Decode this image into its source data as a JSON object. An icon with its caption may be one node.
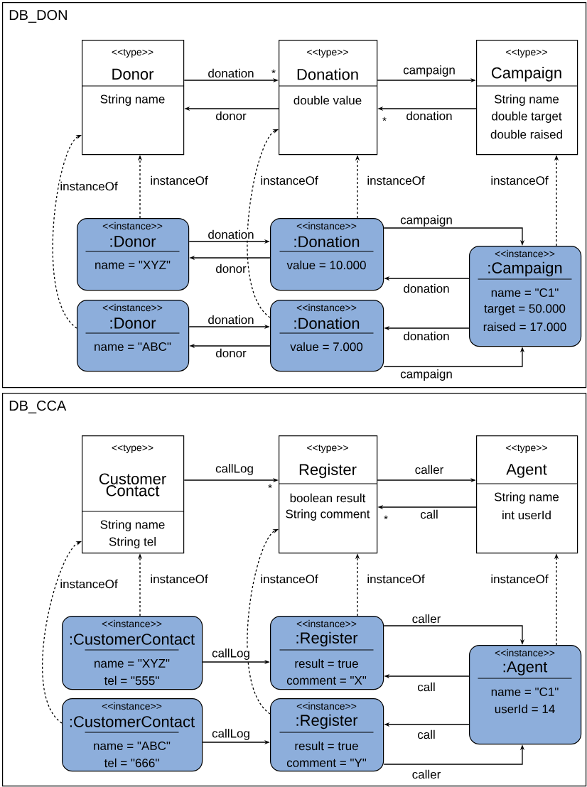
{
  "diagram": {
    "nodes": [
      {
        "text": [
          "DB_DON"
        ]
      },
      {
        "text": [
          "<<type>>",
          "Donor",
          "String name"
        ],
        "in": 0
      },
      {
        "text": [
          "<<type>>",
          "Donation",
          "double value"
        ],
        "in": 0
      },
      {
        "text": [
          "<<type>>",
          "Campaign",
          "String name",
          "double target",
          "double raised"
        ],
        "in": 0
      },
      {
        "text": [
          "<<instance>>",
          ":Donor",
          "name = \"XYZ\""
        ],
        "in": 0
      },
      {
        "text": [
          "<<instance>>",
          ":Donation",
          "value = 10.000"
        ],
        "in": 0
      },
      {
        "text": [
          "<<instance>>",
          ":Campaign",
          "name = \"C1\"",
          "target = 50.000",
          "raised = 17.000"
        ],
        "in": 0
      },
      {
        "text": [
          "<<instance>>",
          ":Donor",
          "name = \"ABC\""
        ],
        "in": 0
      },
      {
        "text": [
          "<<instance>>",
          ":Donation",
          "value = 7.000"
        ],
        "in": 0
      },
      {
        "text": [
          "DB_CCA"
        ]
      },
      {
        "text": [
          "<<type>>",
          "Customer Contact",
          "String name",
          "String tel"
        ],
        "in": 9
      },
      {
        "text": [
          "<<type>>",
          "Register",
          "boolean result",
          "String comment"
        ],
        "in": 9
      },
      {
        "text": [
          "<<type>>",
          "Agent",
          "String name",
          "int userId"
        ],
        "in": 9
      },
      {
        "text": [
          "<<instance>>",
          ":CustomerContact",
          "name = \"XYZ\"",
          "tel = \"555\""
        ],
        "in": 9
      },
      {
        "text": [
          "<<instance>>",
          ":Register",
          "result = true",
          "comment = \"X\""
        ],
        "in": 9
      },
      {
        "text": [
          "<<instance>>",
          ":Agent",
          "name = \"C1\"",
          "userId = 14"
        ],
        "in": 9
      },
      {
        "text": [
          "<<instance>>",
          ":CustomerContact",
          "name = \"ABC\"",
          "tel = \"666\""
        ],
        "in": 9
      },
      {
        "text": [
          "<<instance>>",
          ":Register",
          "result = true",
          "comment = \"Y\""
        ],
        "in": 9
      }
    ],
    "edges": [
      {
        "from": 1,
        "to": 2,
        "arrow": "to",
        "label": "donation"
      },
      {
        "from": 2,
        "to": 1,
        "arrow": "to",
        "label": "donor"
      },
      {
        "from": 2,
        "to": 3,
        "arrow": "to",
        "label": "campaign"
      },
      {
        "from": 3,
        "to": 2,
        "arrow": "to",
        "label": "donation"
      },
      {
        "from": 4,
        "to": 1,
        "arrow": "to",
        "label": "instanceOf",
        "style": "dashed"
      },
      {
        "from": 7,
        "to": 1,
        "arrow": "to",
        "label": "instanceOf",
        "style": "dashed"
      },
      {
        "from": 5,
        "to": 2,
        "arrow": "to",
        "label": "instanceOf",
        "style": "dashed"
      },
      {
        "from": 8,
        "to": 2,
        "arrow": "to",
        "label": "instanceOf",
        "style": "dashed"
      },
      {
        "from": 6,
        "to": 3,
        "arrow": "to",
        "label": "instanceOf",
        "style": "dashed"
      },
      {
        "from": 4,
        "to": 5,
        "arrow": "to",
        "label": "donation"
      },
      {
        "from": 5,
        "to": 4,
        "arrow": "to",
        "label": "donor"
      },
      {
        "from": 5,
        "to": 6,
        "arrow": "to",
        "label": "campaign"
      },
      {
        "from": 6,
        "to": 5,
        "arrow": "to",
        "label": "donation"
      },
      {
        "from": 7,
        "to": 8,
        "arrow": "to",
        "label": "donation"
      },
      {
        "from": 8,
        "to": 7,
        "arrow": "to",
        "label": "donor"
      },
      {
        "from": 6,
        "to": 8,
        "arrow": "to",
        "label": "donation"
      },
      {
        "from": 8,
        "to": 6,
        "arrow": "to",
        "label": "campaign"
      },
      {
        "from": 10,
        "to": 11,
        "arrow": "to",
        "label": "callLog"
      },
      {
        "from": 11,
        "to": 12,
        "arrow": "to",
        "label": "caller"
      },
      {
        "from": 12,
        "to": 11,
        "arrow": "to",
        "label": "call"
      },
      {
        "from": 13,
        "to": 10,
        "arrow": "to",
        "label": "instanceOf",
        "style": "dashed"
      },
      {
        "from": 16,
        "to": 10,
        "arrow": "to",
        "label": "instanceOf",
        "style": "dashed"
      },
      {
        "from": 14,
        "to": 11,
        "arrow": "to",
        "label": "instanceOf",
        "style": "dashed"
      },
      {
        "from": 17,
        "to": 11,
        "arrow": "to",
        "label": "instanceOf",
        "style": "dashed"
      },
      {
        "from": 15,
        "to": 12,
        "arrow": "to",
        "label": "instanceOf",
        "style": "dashed"
      },
      {
        "from": 13,
        "to": 14,
        "arrow": "to",
        "label": "callLog"
      },
      {
        "from": 14,
        "to": 15,
        "arrow": "to",
        "label": "caller"
      },
      {
        "from": 15,
        "to": 14,
        "arrow": "to",
        "label": "call"
      },
      {
        "from": 16,
        "to": 17,
        "arrow": "to",
        "label": "callLog"
      },
      {
        "from": 15,
        "to": 17,
        "arrow": "to",
        "label": "call"
      },
      {
        "from": 17,
        "to": 15,
        "arrow": "to",
        "label": "caller"
      }
    ],
    "labels": [
      "*",
      "*",
      "*",
      "*"
    ]
  }
}
